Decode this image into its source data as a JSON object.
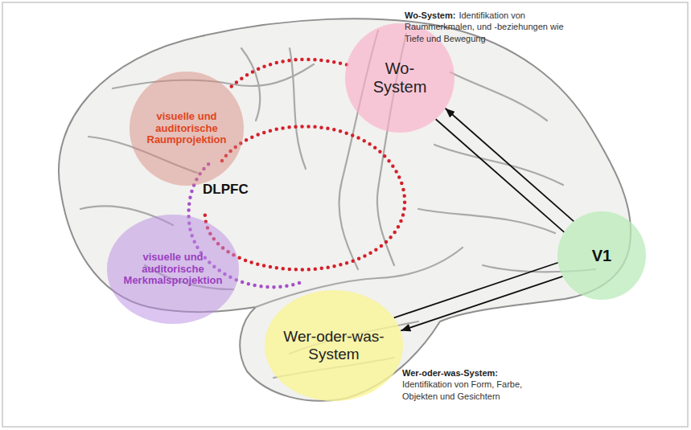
{
  "diagram": {
    "nodes": [
      {
        "text": [
          "Wo- System",
          "Wo-System:",
          "Identifikation von Raummerkmalen, und -beziehungen wie Tiefe und Bewegung"
        ]
      },
      {
        "text": [
          "visuelle und auditorische Raumprojektion"
        ]
      },
      {
        "text": [
          "visuelle und auditorische Merkmalsprojektion"
        ]
      },
      {
        "text": [
          "V1"
        ]
      },
      {
        "text": [
          "Wer-oder-was- System",
          "Wer-oder-was-System:",
          "Identifikation von Form, Farbe, Objekten und Gesichtern"
        ]
      }
    ],
    "edges": [
      {
        "from": 3,
        "to": 0,
        "arrow": "to"
      },
      {
        "from": 3,
        "to": 0,
        "arrow": "none"
      },
      {
        "from": 3,
        "to": 4,
        "arrow": "to"
      },
      {
        "from": 3,
        "to": 4,
        "arrow": "none"
      },
      {
        "from": 0,
        "to": 1,
        "arrow": "none"
      }
    ],
    "labels": [
      "DLPFC"
    ]
  }
}
